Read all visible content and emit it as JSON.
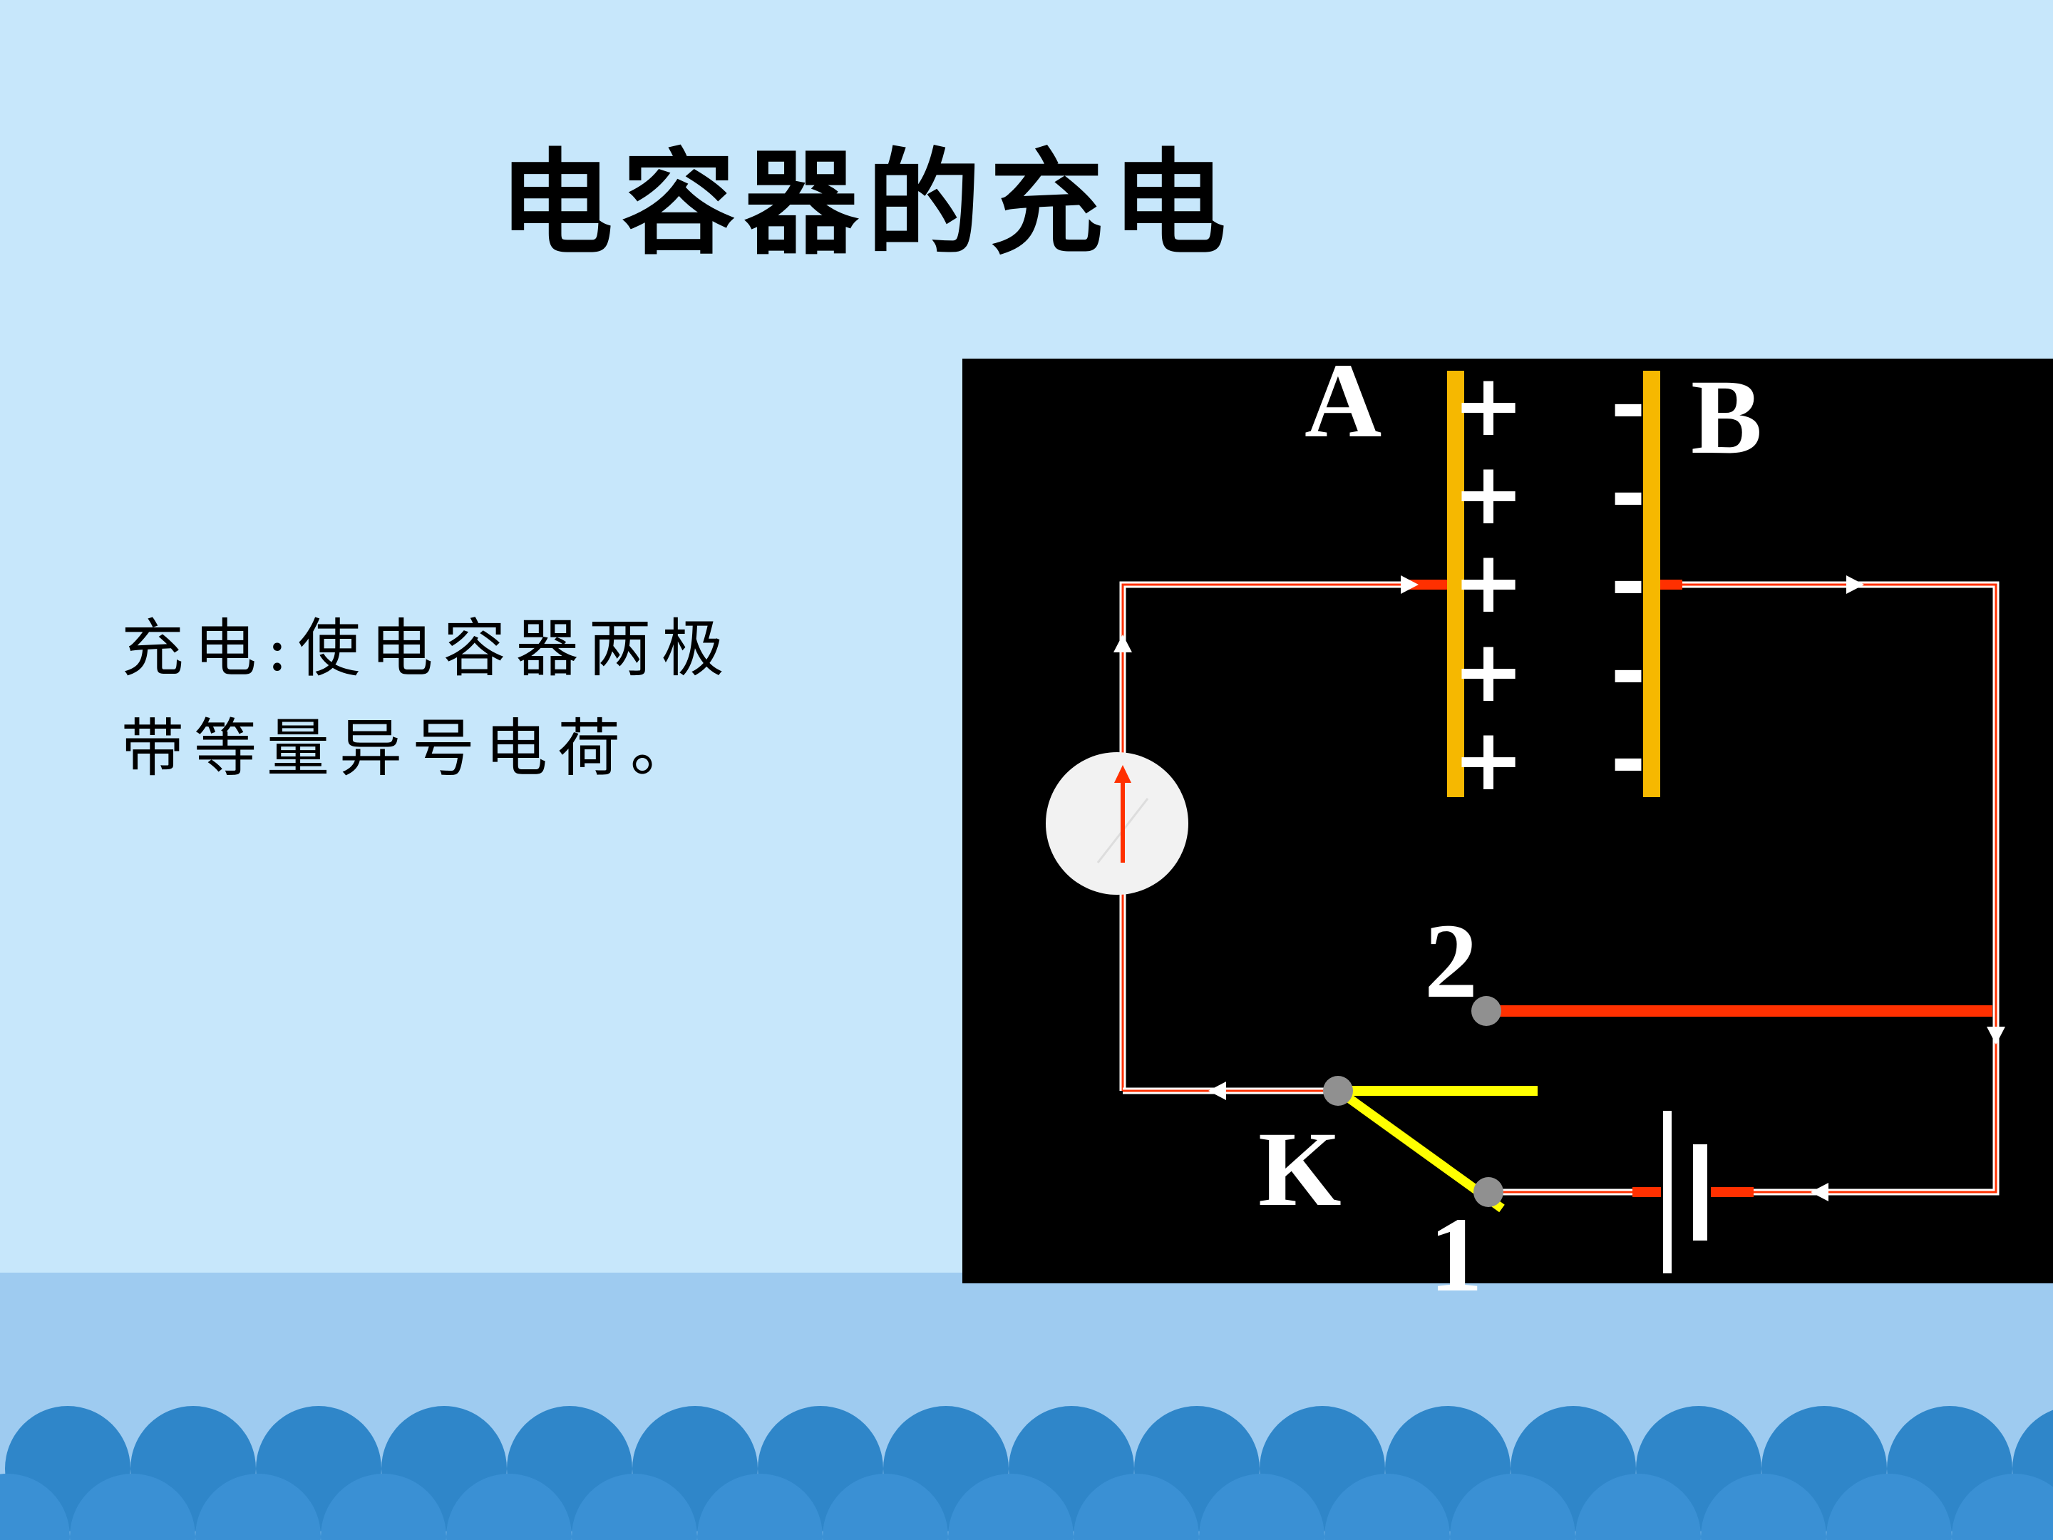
{
  "slide": {
    "title": "电容器的充电",
    "body_lines": [
      "充电:使电容器两极",
      "带等量异号电荷。"
    ]
  },
  "circuit": {
    "labels": {
      "plate_a": "A",
      "plate_b": "B",
      "terminal_2": "2",
      "switch": "K",
      "terminal_1": "1"
    },
    "plate_a_charges": [
      "+",
      "+",
      "+",
      "+",
      "+"
    ],
    "plate_b_charges": [
      "-",
      "-",
      "-",
      "-",
      "-"
    ]
  },
  "colors": {
    "background": "#c7e7fb",
    "panel": "#000000",
    "plate": "#f6b800",
    "wire": "#ff3000",
    "switch": "#ffff00",
    "wave": "#2f86c9"
  }
}
